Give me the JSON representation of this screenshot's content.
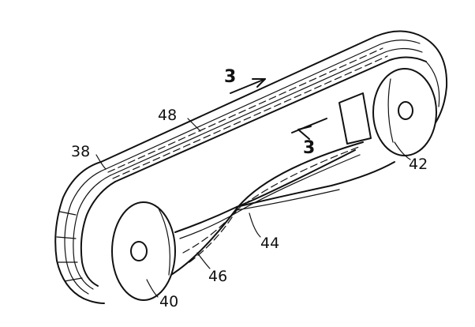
{
  "figure": {
    "labels": {
      "belt": "38",
      "pulley_near": "40",
      "pulley_far": "42",
      "twist_upper": "44",
      "twist_lower": "46",
      "belt_section": "48"
    },
    "section_marker": {
      "upper": "3",
      "lower": "3"
    }
  }
}
